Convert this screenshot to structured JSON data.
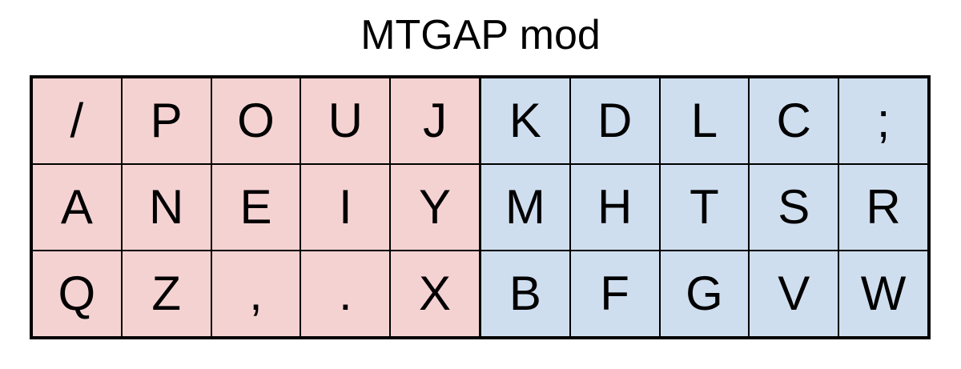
{
  "title": "MTGAP mod",
  "colors": {
    "left_hand_fill": "#F5D2D2",
    "right_hand_fill": "#CFDEEF",
    "border": "#000000",
    "text": "#000000",
    "background": "#FFFFFF"
  },
  "keyboard": {
    "rows": 3,
    "columns": 10,
    "left_hand_columns": 5,
    "right_hand_columns": 5,
    "keys": [
      [
        {
          "label": "/",
          "hand": "left"
        },
        {
          "label": "P",
          "hand": "left"
        },
        {
          "label": "O",
          "hand": "left"
        },
        {
          "label": "U",
          "hand": "left"
        },
        {
          "label": "J",
          "hand": "left"
        },
        {
          "label": "K",
          "hand": "right"
        },
        {
          "label": "D",
          "hand": "right"
        },
        {
          "label": "L",
          "hand": "right"
        },
        {
          "label": "C",
          "hand": "right"
        },
        {
          "label": ";",
          "hand": "right"
        }
      ],
      [
        {
          "label": "A",
          "hand": "left"
        },
        {
          "label": "N",
          "hand": "left"
        },
        {
          "label": "E",
          "hand": "left"
        },
        {
          "label": "I",
          "hand": "left"
        },
        {
          "label": "Y",
          "hand": "left"
        },
        {
          "label": "M",
          "hand": "right"
        },
        {
          "label": "H",
          "hand": "right"
        },
        {
          "label": "T",
          "hand": "right"
        },
        {
          "label": "S",
          "hand": "right"
        },
        {
          "label": "R",
          "hand": "right"
        }
      ],
      [
        {
          "label": "Q",
          "hand": "left"
        },
        {
          "label": "Z",
          "hand": "left"
        },
        {
          "label": ",",
          "hand": "left"
        },
        {
          "label": ".",
          "hand": "left"
        },
        {
          "label": "X",
          "hand": "left"
        },
        {
          "label": "B",
          "hand": "right"
        },
        {
          "label": "F",
          "hand": "right"
        },
        {
          "label": "G",
          "hand": "right"
        },
        {
          "label": "V",
          "hand": "right"
        },
        {
          "label": "W",
          "hand": "right"
        }
      ]
    ]
  }
}
